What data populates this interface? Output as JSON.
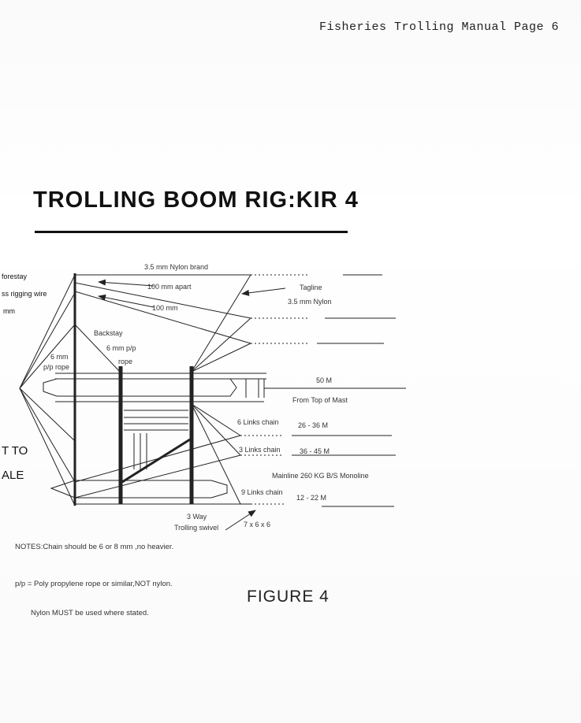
{
  "header": {
    "page_title": "Fisheries Trolling Manual Page 6"
  },
  "title": "TROLLING BOOM RIG:KIR 4",
  "figure_label": "FIGURE 4",
  "left_edge_labels": {
    "forestay": "forestay",
    "rigging": "ss rigging wire",
    "mm": "mm",
    "tto": "T TO",
    "ale": "ALE"
  },
  "labels": {
    "nylon_brand": "3.5 mm Nylon brand",
    "apart": "100 mm apart",
    "mm100": "100 mm",
    "tagline": "Tagline",
    "tagline_nylon": "3.5 mm Nylon",
    "backstay": "Backstay",
    "pp_rope_6mm": "6 mm p/p",
    "rope": "rope",
    "left_6mm": "6 mm",
    "left_pp_rope": "p/p rope",
    "fifty_m": "50 M",
    "from_top": "From Top of Mast",
    "chain6": "6 Links chain",
    "r26": "26 - 36 M",
    "chain3": "3 Links chain",
    "r36": "36 - 45 M",
    "mainline": "Mainline 260 KG B/S Monoline",
    "chain9": "9 Links chain",
    "r12": "12 - 22 M",
    "way3": "3 Way",
    "swivel": "Trolling swivel",
    "swivel_size": "7 x 6 x 6"
  },
  "notes": {
    "chain": "NOTES:Chain should be 6 or 8 mm ,no heavier.",
    "pp": "p/p = Poly propylene rope or similar,NOT nylon.",
    "nylon": "Nylon MUST be used where stated."
  }
}
